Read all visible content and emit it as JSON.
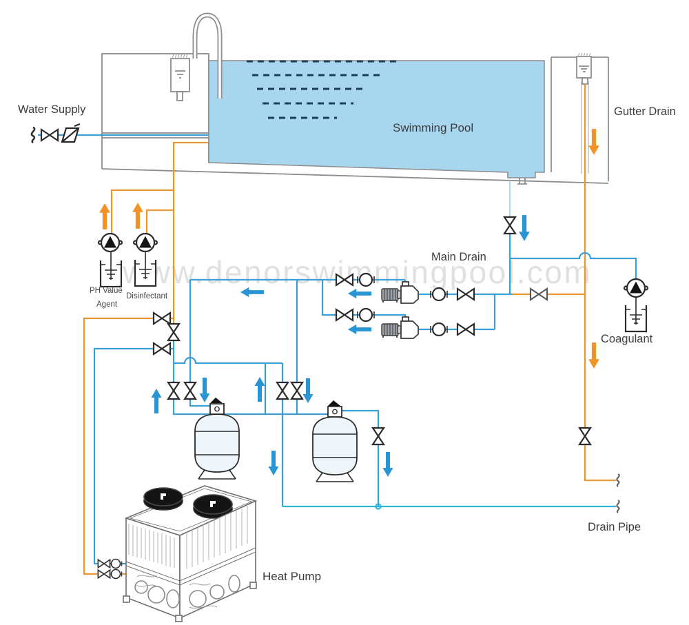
{
  "diagram": {
    "labels": {
      "water_supply": "Water Supply",
      "swimming_pool": "Swimming Pool",
      "gutter_drain": "Gutter Drain",
      "main_drain": "Main Drain",
      "ph_value_line1": "PH Value",
      "ph_value_line2": "Agent",
      "disinfectant": "Disinfectant",
      "coagulant": "Coagulant",
      "drain_pipe": "Drain Pipe",
      "heat_pump": "Heat Pump"
    },
    "watermark": "www.denorswimmingpool.com",
    "icons": {
      "gate_valve": "bowtie-valve",
      "check_valve": "circle-valve",
      "inlet_check_valve": "slanted-check-valve",
      "dosing_pump": "circle-with-black-triangle",
      "chemical_tank": "open-beaker-with-dip-tube",
      "circulation_pump": "motor-with-volute",
      "sand_filter": "vertical-tank",
      "pipe_break": "squiggle",
      "flow_arrow": "block-arrow"
    },
    "colors": {
      "water_blue": "#a9d6ef",
      "pipe_blue": "#3a9fd6",
      "pipe_blue_light": "#a5d2ec",
      "drain_cyan": "#2cb5d8",
      "pipe_orange": "#eb9530",
      "arrow_blue": "#2a95d5",
      "arrow_orange": "#f09428",
      "structure_gray": "#8c8c8c",
      "symbol_dark": "#2b2b2b",
      "label_color": "#3c3c3c",
      "watermark_gray": "#d9d9d9"
    }
  }
}
